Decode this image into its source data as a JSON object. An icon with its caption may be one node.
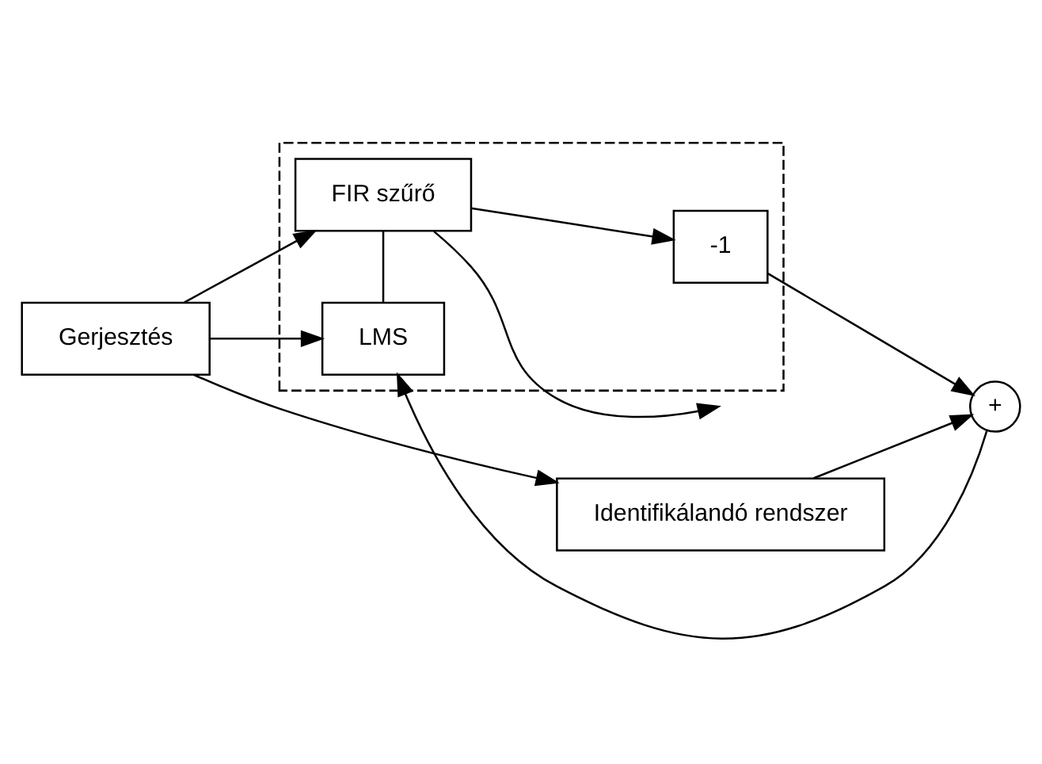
{
  "diagram": {
    "nodes": [
      {
        "text": [
          "Gerjesztés"
        ]
      },
      {
        "text": [
          "Identifikálandó rendszer"
        ]
      },
      {
        "text": [],
        "shape": "box"
      },
      {
        "text": [
          "FIR szűrő"
        ],
        "in": 2
      },
      {
        "text": [
          "-1"
        ],
        "in": 2
      },
      {
        "text": [
          "LMS"
        ],
        "in": 2
      },
      {
        "text": [
          "+"
        ]
      }
    ],
    "edges": [
      {
        "from": 0,
        "to": 1,
        "arrow": "to"
      },
      {
        "from": 0,
        "to": 3,
        "arrow": "to"
      },
      {
        "from": 0,
        "to": 5,
        "arrow": "to"
      },
      {
        "from": 1,
        "to": 6,
        "arrow": "to"
      },
      {
        "from": 3,
        "to": 4,
        "arrow": "to"
      },
      {
        "from": 4,
        "to": 6,
        "arrow": "to"
      },
      {
        "from": 6,
        "to": 5,
        "arrow": "to"
      },
      {
        "from": 5,
        "to": 3,
        "arrow": "none"
      },
      {
        "from": 3,
        "to": null,
        "arrow": "to"
      }
    ]
  }
}
